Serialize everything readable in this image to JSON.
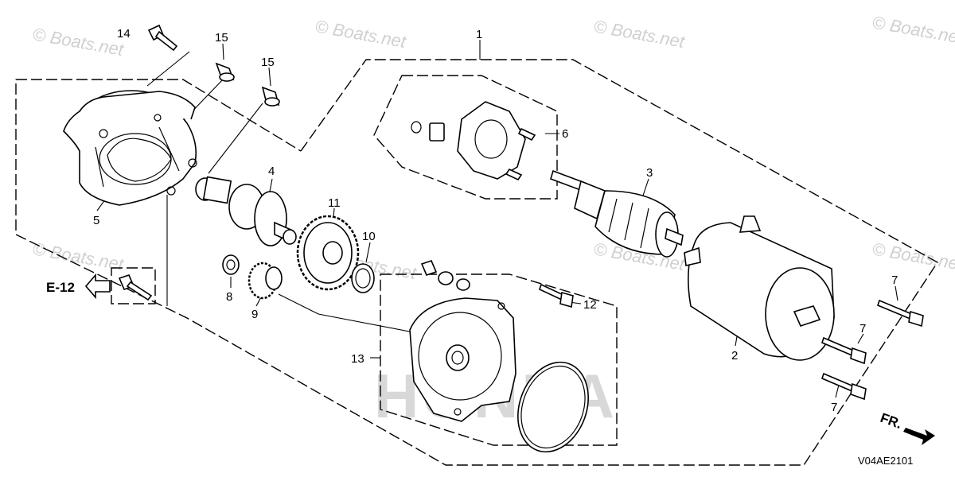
{
  "diagram": {
    "watermarks": [
      "© Boats.net",
      "© Boats.net",
      "© Boats.net",
      "© Boats.net",
      "© Boats.net",
      "© Boats.net",
      "© Boats.net",
      "Boats.net"
    ],
    "brand_logo_text": "HONDA",
    "ref_label": "E-12",
    "direction_label": "FR.",
    "diagram_code": "V04AE2101",
    "callouts": {
      "c1": "1",
      "c2": "2",
      "c3": "3",
      "c4": "4",
      "c5": "5",
      "c6": "6",
      "c7a": "7",
      "c7b": "7",
      "c7c": "7",
      "c8": "8",
      "c9": "9",
      "c10": "10",
      "c11": "11",
      "c12": "12",
      "c13": "13",
      "c14": "14",
      "c15a": "15",
      "c15b": "15"
    }
  }
}
